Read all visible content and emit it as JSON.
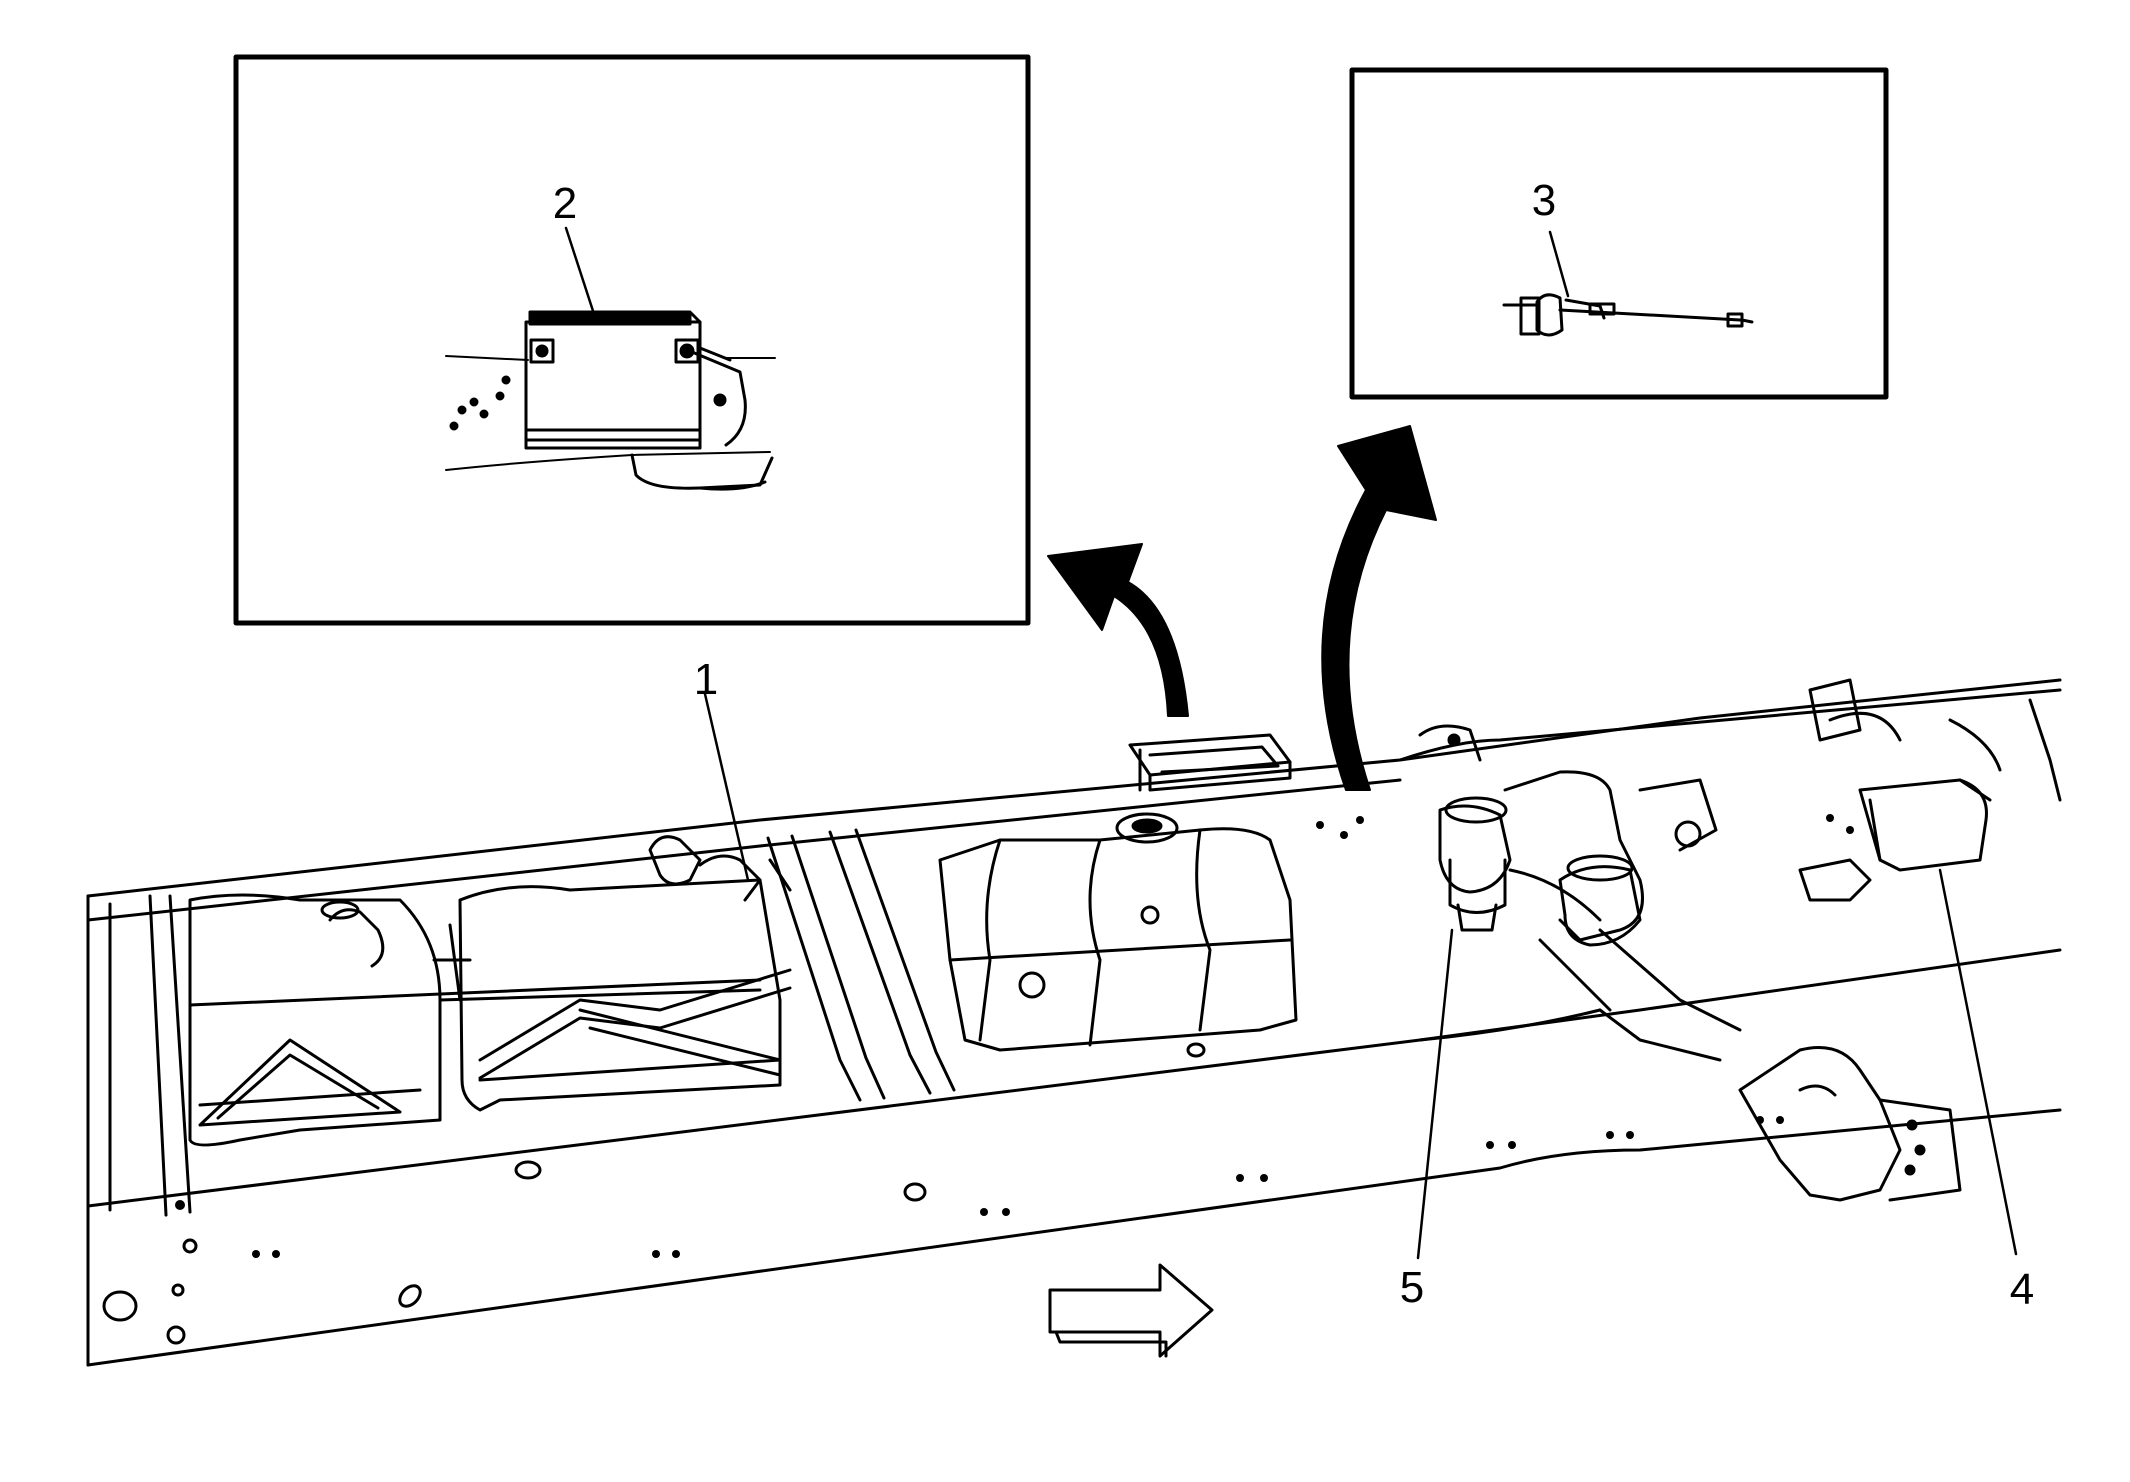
{
  "callouts": {
    "c1": "1",
    "c2": "2",
    "c3": "3",
    "c4": "4",
    "c5": "5"
  },
  "colors": {
    "line": "#000000",
    "fill": "#ffffff"
  },
  "icons": [
    "detail-arrow-icon",
    "direction-arrow-icon"
  ]
}
